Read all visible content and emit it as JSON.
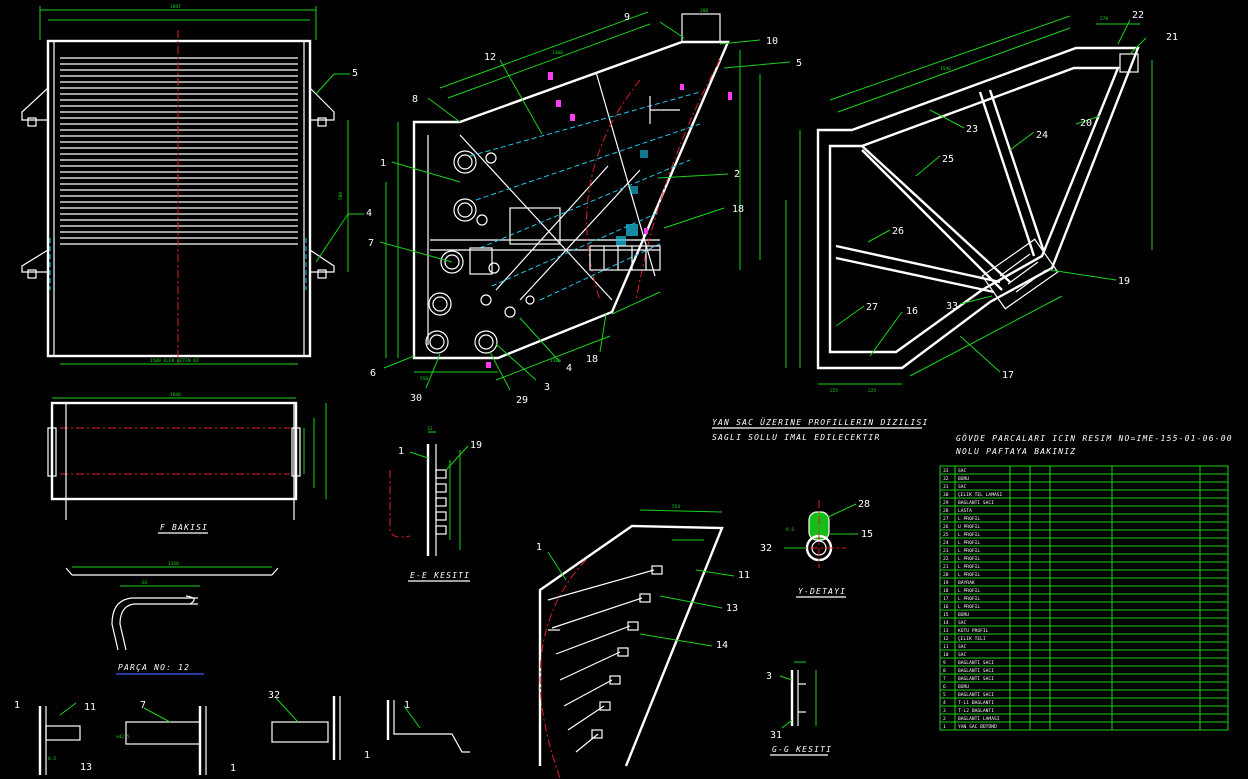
{
  "view_titles": {
    "f_view": "F BAKISI",
    "e_section": "E-E KESITI",
    "part_no": "PARÇA NO: 12",
    "y_detail": "Y-DETAYI",
    "g_section": "G-G KESITI"
  },
  "notes": {
    "profile_line1": "YAN SAC ÜZERINE PROFILLERIN DIZILISI",
    "profile_line2": "SAGLI SOLLU IMAL EDILECEKTIR",
    "body_line1": "GÖVDE PARCALARI ICIN RESIM NO=IME-155-01-06-00",
    "body_line2": "NOLU PAFTAYA BAKINIZ"
  },
  "callouts": {
    "c5a": "5",
    "c4a": "4",
    "c9": "9",
    "c10": "10",
    "c12": "12",
    "c5b": "5",
    "c8": "8",
    "c1a": "1",
    "c2": "2",
    "c18a": "18",
    "c7": "7",
    "c6": "6",
    "c30": "30",
    "c29": "29",
    "c3": "3",
    "c4b": "4",
    "c18b": "18",
    "c22": "22",
    "c21": "21",
    "c20": "20",
    "c23": "23",
    "c24": "24",
    "c25": "25",
    "c26": "26",
    "c19a": "19",
    "c33": "33",
    "c27": "27",
    "c16": "16",
    "c17": "17",
    "c1b": "1",
    "c19b": "19",
    "c1c": "1",
    "c11a": "11",
    "c13a": "13",
    "c14": "14",
    "c28": "28",
    "c15": "15",
    "c32a": "32",
    "c3b": "3",
    "c31": "31",
    "c1d": "1",
    "c11b": "11",
    "c13b": "13",
    "c7b": "7",
    "c1e": "1",
    "c32b": "32",
    "c1f": "1",
    "c1g": "1"
  },
  "parts_list": [
    [
      "33",
      "SAC"
    ],
    [
      "32",
      "BORU"
    ],
    [
      "31",
      "SAC"
    ],
    [
      "30",
      "ÇELIK TEL LAMASI"
    ],
    [
      "29",
      "BAGLANTI SACI"
    ],
    [
      "28",
      "LASTA"
    ],
    [
      "27",
      "L PROFIL"
    ],
    [
      "26",
      "U PROFIL"
    ],
    [
      "25",
      "L PROFIL"
    ],
    [
      "24",
      "L PROFIL"
    ],
    [
      "23",
      "L PROFIL"
    ],
    [
      "22",
      "L PROFIL"
    ],
    [
      "21",
      "L PROFIL"
    ],
    [
      "20",
      "L PROFIL"
    ],
    [
      "19",
      "BAYRAK"
    ],
    [
      "18",
      "L PROFIL"
    ],
    [
      "17",
      "L PROFIL"
    ],
    [
      "16",
      "L PROFIL"
    ],
    [
      "15",
      "BORU"
    ],
    [
      "14",
      "SAC"
    ],
    [
      "13",
      "KOTU PROFIL"
    ],
    [
      "12",
      "ÇELIK TELI"
    ],
    [
      "11",
      "SAC"
    ],
    [
      "10",
      "SAC"
    ],
    [
      "9",
      "BAGLANTI SACI"
    ],
    [
      "8",
      "BAGLANTI SACI"
    ],
    [
      "7",
      "BAGLANTI SACI"
    ],
    [
      "6",
      "BORU"
    ],
    [
      "5",
      "BAGLANTI SACI"
    ],
    [
      "4",
      "T-L1 BAGLANTI"
    ],
    [
      "3",
      "T-L2 BAGLANTI"
    ],
    [
      "2",
      "BAGLANTI LAMASI"
    ],
    [
      "1",
      "YAN SAC BÜTÜNÜ"
    ]
  ],
  "colors": {
    "geometry": "#ffffff",
    "dimensions": "#19d219",
    "centerlines": "#e02020",
    "hidden": "#20c8e8",
    "markers": "#ff3cf0"
  }
}
